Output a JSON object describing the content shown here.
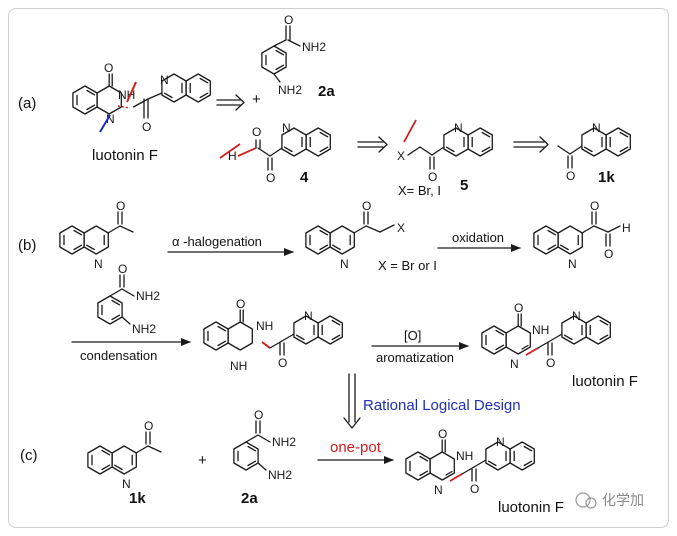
{
  "sections": {
    "a": "(a)",
    "b": "(b)",
    "c": "(c)"
  },
  "atoms": {
    "O": "O",
    "NH": "NH",
    "N": "N",
    "NH2": "NH2",
    "H": "H",
    "X": "X",
    "plus": "+"
  },
  "compounds": {
    "luotonin": "luotonin F",
    "c2a": "2a",
    "c4": "4",
    "c5": "5",
    "c1k": "1k",
    "x_cond_a": "X= Br, I",
    "x_cond_b": "X = Br or I"
  },
  "reactions": {
    "halogenation": "α -halogenation",
    "oxidation": "oxidation",
    "condensation": "condensation",
    "oxidant": "[O]",
    "aromatization": "aromatization",
    "rational": "Rational Logical Design",
    "onepot": "one-pot"
  },
  "watermark": "化学加",
  "colors": {
    "blue": "#1f2fb8",
    "red": "#cc1f1f",
    "frame": "#cfcfcf"
  }
}
